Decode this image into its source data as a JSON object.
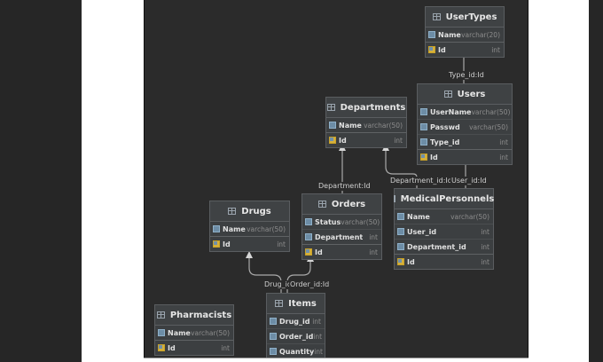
{
  "diagram": {
    "tables": [
      {
        "key": "usertypes",
        "name": "UserTypes",
        "fields": [
          {
            "name": "Name",
            "type": "varchar(20)",
            "pk": false
          },
          {
            "name": "Id",
            "type": "int",
            "pk": true
          }
        ]
      },
      {
        "key": "users",
        "name": "Users",
        "fields": [
          {
            "name": "UserName",
            "type": "varchar(50)",
            "pk": false
          },
          {
            "name": "Passwd",
            "type": "varchar(50)",
            "pk": false
          },
          {
            "name": "Type_id",
            "type": "int",
            "pk": false
          },
          {
            "name": "Id",
            "type": "int",
            "pk": true
          }
        ]
      },
      {
        "key": "departments",
        "name": "Departments",
        "fields": [
          {
            "name": "Name",
            "type": "varchar(50)",
            "pk": false
          },
          {
            "name": "Id",
            "type": "int",
            "pk": true
          }
        ]
      },
      {
        "key": "medicalpersonnels",
        "name": "MedicalPersonnels",
        "fields": [
          {
            "name": "Name",
            "type": "varchar(50)",
            "pk": false
          },
          {
            "name": "User_id",
            "type": "int",
            "pk": false
          },
          {
            "name": "Department_id",
            "type": "int",
            "pk": false
          },
          {
            "name": "Id",
            "type": "int",
            "pk": true
          }
        ]
      },
      {
        "key": "drugs",
        "name": "Drugs",
        "fields": [
          {
            "name": "Name",
            "type": "varchar(50)",
            "pk": false
          },
          {
            "name": "Id",
            "type": "int",
            "pk": true
          }
        ]
      },
      {
        "key": "orders",
        "name": "Orders",
        "fields": [
          {
            "name": "Status",
            "type": "varchar(50)",
            "pk": false
          },
          {
            "name": "Department",
            "type": "int",
            "pk": false
          },
          {
            "name": "Id",
            "type": "int",
            "pk": true
          }
        ]
      },
      {
        "key": "pharmacists",
        "name": "Pharmacists",
        "fields": [
          {
            "name": "Name",
            "type": "varchar(50)",
            "pk": false
          },
          {
            "name": "Id",
            "type": "int",
            "pk": true
          }
        ]
      },
      {
        "key": "items",
        "name": "Items",
        "fields": [
          {
            "name": "Drug_id",
            "type": "int",
            "pk": false
          },
          {
            "name": "Order_id",
            "type": "int",
            "pk": false
          },
          {
            "name": "Quantity",
            "type": "int",
            "pk": false
          }
        ]
      }
    ],
    "relations": [
      {
        "key": "users-usertypes",
        "label": "Type_id:Id"
      },
      {
        "key": "orders-departments",
        "label": "Department:Id"
      },
      {
        "key": "mp-departments",
        "label": "Department_id:Id"
      },
      {
        "key": "mp-users",
        "label": "User_id:Id"
      },
      {
        "key": "items-drugs",
        "label": "Drug_id:Id"
      },
      {
        "key": "items-orders",
        "label": "Order_id:Id"
      }
    ]
  }
}
